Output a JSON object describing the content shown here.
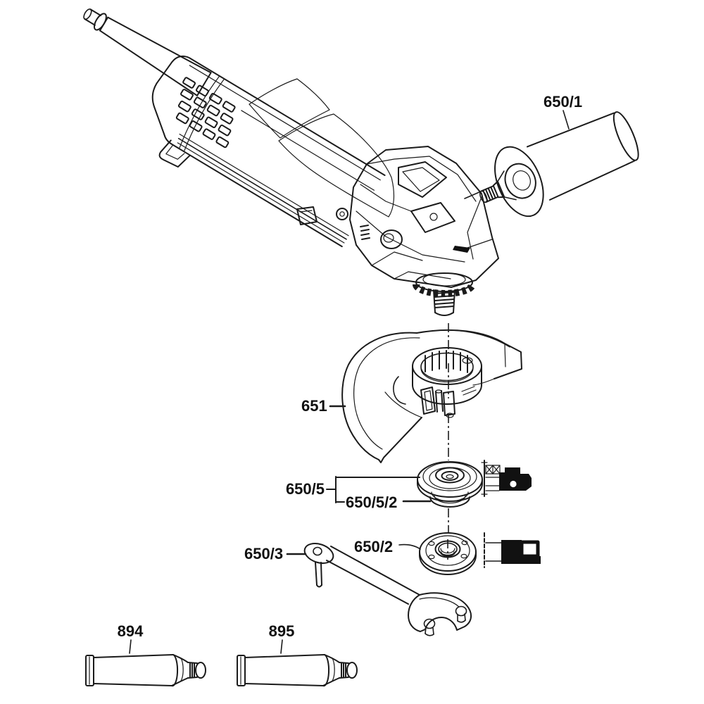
{
  "diagram": {
    "type": "exploded-parts-diagram",
    "subject": "angle-grinder",
    "background_color": "#ffffff",
    "line_color": "#1b1b1b",
    "pictogram_fill": "#111111"
  },
  "parts": {
    "side_handle": {
      "label": "650/1"
    },
    "guard": {
      "label": "651"
    },
    "flange": {
      "label": "650/5"
    },
    "o_ring": {
      "label": "650/5/2"
    },
    "clamp_nut": {
      "label": "650/2"
    },
    "pin_spanner": {
      "label": "650/3"
    },
    "grease_tube_a": {
      "label": "894"
    },
    "grease_tube_b": {
      "label": "895"
    }
  },
  "icons": {
    "flange_mount": "flange-cross-section-pictogram",
    "nut_mount": "nut-cross-section-pictogram",
    "center_axis": "spindle-axis-dash-dot-line"
  }
}
